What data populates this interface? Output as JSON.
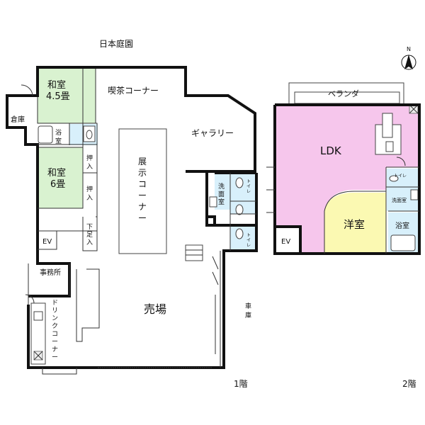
{
  "floor_plan": {
    "garden_label": "日本庭園",
    "compass_label": "N",
    "floor1": {
      "level_label": "1階",
      "rooms": {
        "washitsu_45": "和室\n4.5畳",
        "washitsu_6": "和室\n6畳",
        "storage": "倉庫",
        "bath": "浴室",
        "closet_1": "押入",
        "closet_2": "押入",
        "shoe_closet": "下足入",
        "ev": "EV",
        "office": "事務所",
        "drink_corner": "ドリンクコーナー",
        "cafe_corner": "喫茶コーナー",
        "gallery": "ギャラリー",
        "exhibit_corner": "展示コーナー",
        "washroom": "洗面室",
        "toilet_1": "トイレ",
        "toilet_2": "トイレ",
        "sales_floor": "売場",
        "garage": "車庫"
      }
    },
    "floor2": {
      "level_label": "2階",
      "rooms": {
        "veranda": "ベランダ",
        "ldk": "LDK",
        "toilet": "トイレ",
        "washroom": "洗面室",
        "western_room": "洋室",
        "bath": "浴室",
        "ev": "EV"
      }
    },
    "colors": {
      "tatami": "#d9f2d0",
      "ldk": "#f6c6ec",
      "western_room": "#fbf9b2",
      "wet_area": "#d8f0fb",
      "wall": "#111111"
    }
  }
}
